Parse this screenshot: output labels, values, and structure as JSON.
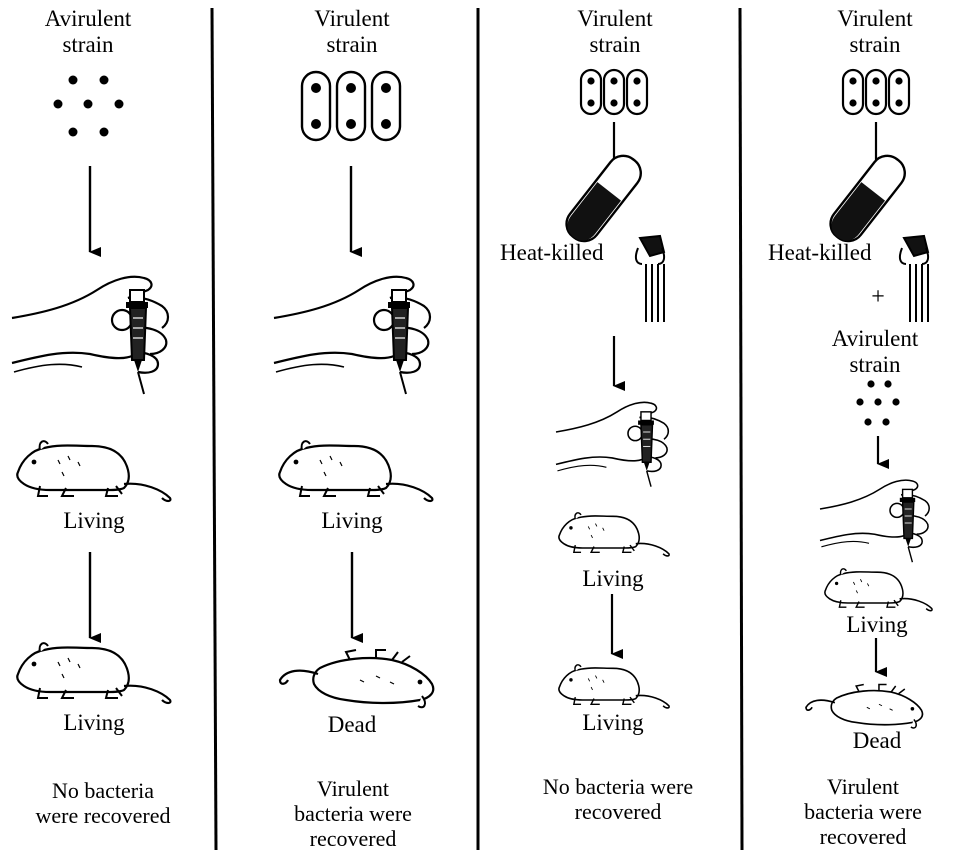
{
  "panels": [
    {
      "title": "Avirulent\nstrain",
      "state1": "Living",
      "state2": "Living",
      "result": "No bacteria\nwere recovered"
    },
    {
      "title": "Virulent\nstrain",
      "state1": "Living",
      "state2": "Dead",
      "result": "Virulent\nbacteria were\nrecovered"
    },
    {
      "title": "Virulent\nstrain",
      "treatment": "Heat-killed",
      "state1": "Living",
      "state2": "Living",
      "result": "No bacteria were\nrecovered"
    },
    {
      "title": "Virulent\nstrain",
      "treatment": "Heat-killed",
      "plus": "+",
      "second_title": "Avirulent\nstrain",
      "state1": "Living",
      "state2": "Dead",
      "result": "Virulent\nbacteria were\nrecovered"
    }
  ]
}
